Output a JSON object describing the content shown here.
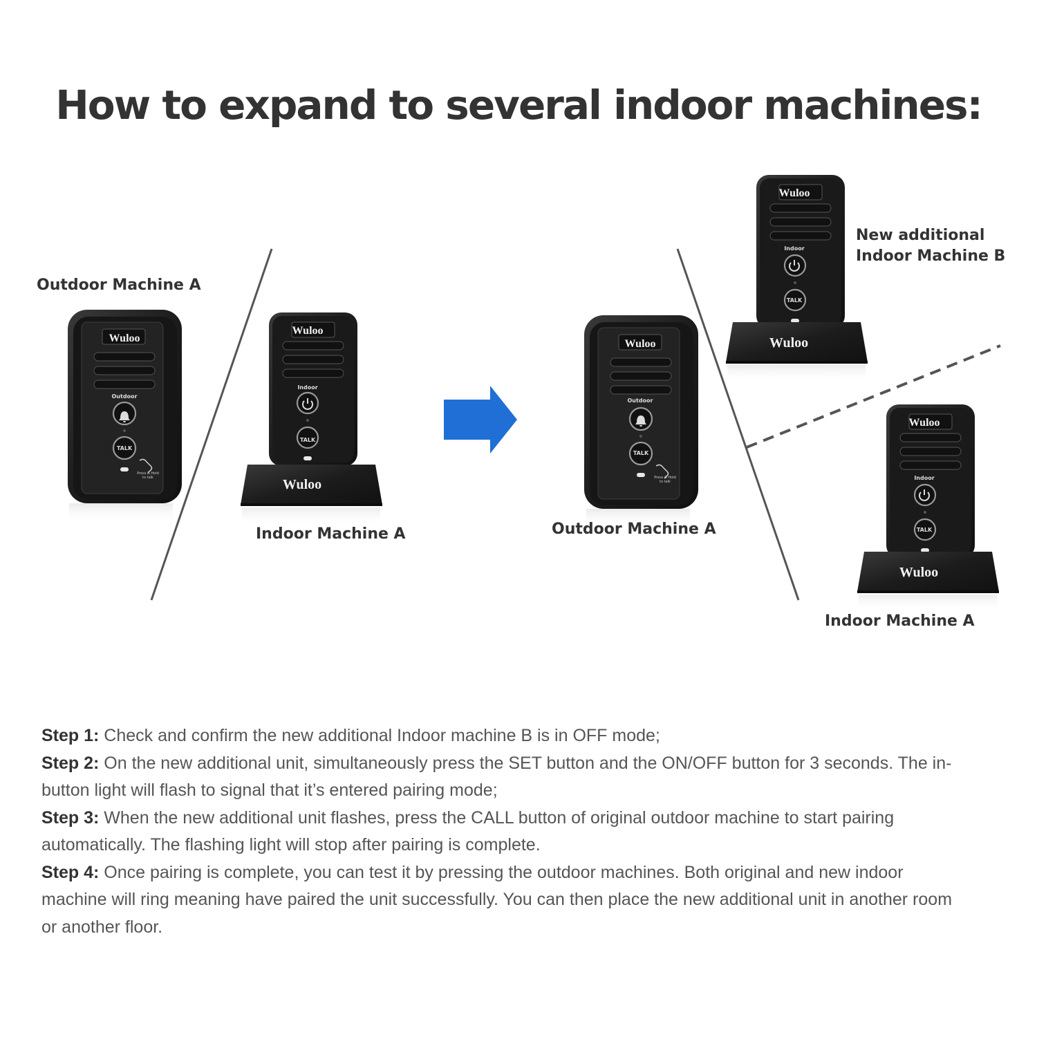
{
  "title": "How to expand to several indoor machines:",
  "colors": {
    "arrow": "#1f6fd6",
    "device_body": "#1b1b1b",
    "divider": "#555555"
  },
  "labels": {
    "outdoor_left": "Outdoor Machine A",
    "indoor_left": "Indoor Machine A",
    "outdoor_right": "Outdoor Machine A",
    "new_line1": "New additional",
    "new_line2": "Indoor Machine B",
    "indoor_right": "Indoor Machine A"
  },
  "device_text": {
    "brand": "Wuloo",
    "outdoor_label": "Outdoor",
    "indoor_label": "Indoor",
    "talk": "TALK",
    "press_hold_line1": "Press & Hold",
    "press_hold_line2": "to talk"
  },
  "icons": [
    "arrow-right-icon",
    "bell-icon",
    "power-icon"
  ],
  "steps": [
    {
      "label": "Step 1:",
      "text": " Check and confirm the new additional Indoor machine B is in OFF mode;"
    },
    {
      "label": "Step 2:",
      "text": " On the new additional unit, simultaneously press the SET button and the ON/OFF button for 3 seconds. The in-button light will flash to signal that it’s entered pairing mode;"
    },
    {
      "label": "Step 3:",
      "text": " When the new additional unit flashes, press the CALL button of original outdoor machine to start pairing automatically. The flashing light will stop after pairing is complete."
    },
    {
      "label": "Step 4:",
      "text": " Once pairing is complete, you can test it by pressing the outdoor machines. Both original and new indoor machine will ring meaning have paired the unit successfully. You can then place the new additional unit in another room or another floor."
    }
  ]
}
